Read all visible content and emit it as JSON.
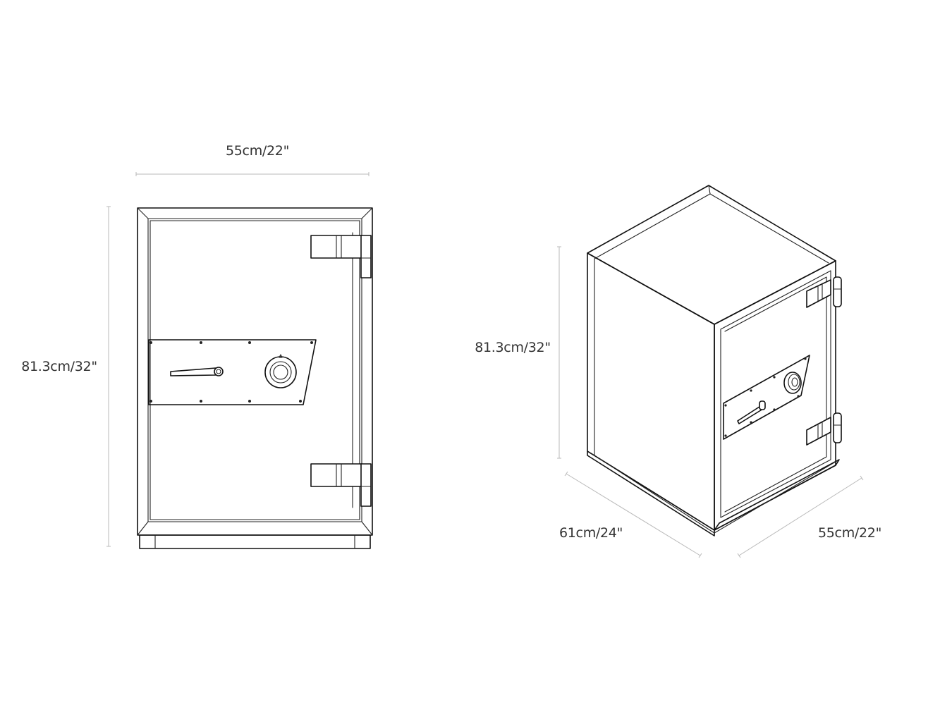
{
  "front_view": {
    "width_label": "55cm/22\"",
    "height_label": "81.3cm/32\""
  },
  "iso_view": {
    "height_label": "81.3cm/32\"",
    "depth_label": "61cm/24\"",
    "width_label": "55cm/22\""
  },
  "colors": {
    "line": "#111111",
    "dimension_line": "#b9b9b9",
    "label_text": "#333333",
    "background": "#ffffff"
  }
}
